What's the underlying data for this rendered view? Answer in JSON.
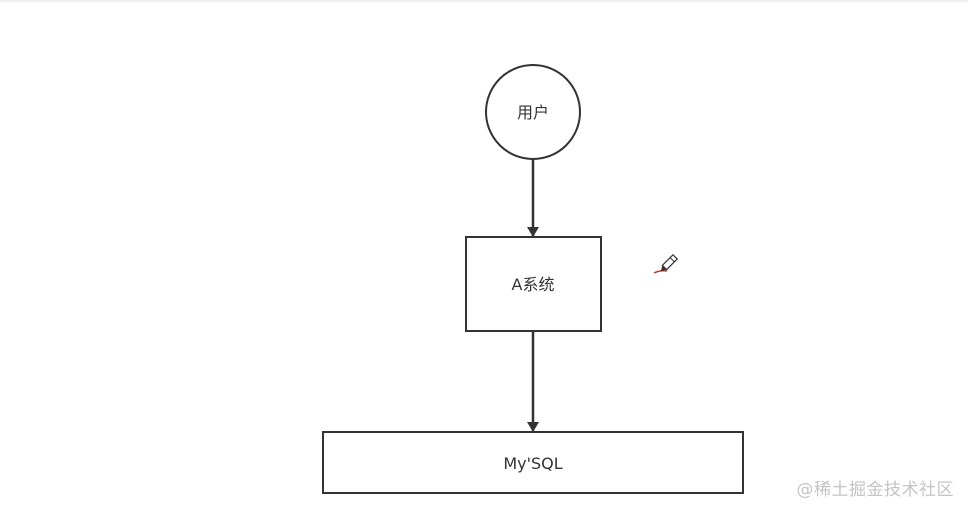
{
  "nodes": {
    "user": {
      "label": "用户",
      "shape": "circle"
    },
    "system_a": {
      "label": "A系统",
      "shape": "rectangle"
    },
    "mysql": {
      "label": "My'SQL",
      "shape": "rectangle"
    }
  },
  "edges": [
    {
      "from": "user",
      "to": "system_a"
    },
    {
      "from": "system_a",
      "to": "mysql"
    }
  ],
  "watermark": "@稀土掘金技术社区",
  "colors": {
    "stroke": "#333333",
    "background": "#ffffff",
    "pencil_mark": "#c0392b",
    "watermark": "#c4c4c4"
  },
  "cursor_icon": "pencil-icon"
}
